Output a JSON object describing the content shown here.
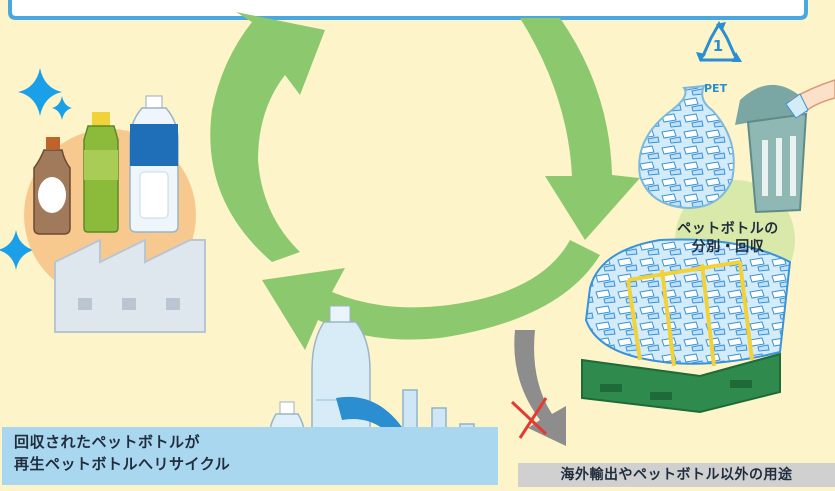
{
  "labels": {
    "recycle_line1": "回収されたペットボトルが",
    "recycle_line2": "再生ペットボトルへリサイクル",
    "sort_line1": "ペットボトルの",
    "sort_line2": "分別・回収",
    "overseas": "海外輸出やペットボトル以外の用途"
  },
  "recycle_mark": {
    "number": "1",
    "text": "PET"
  },
  "colors": {
    "background": "#fdf5c9",
    "cycle_arrow": "#8cc86e",
    "accent_blue": "#2a8ed0",
    "sort_circle": "#d9e9a9",
    "factory_circle": "#f7c98f"
  }
}
